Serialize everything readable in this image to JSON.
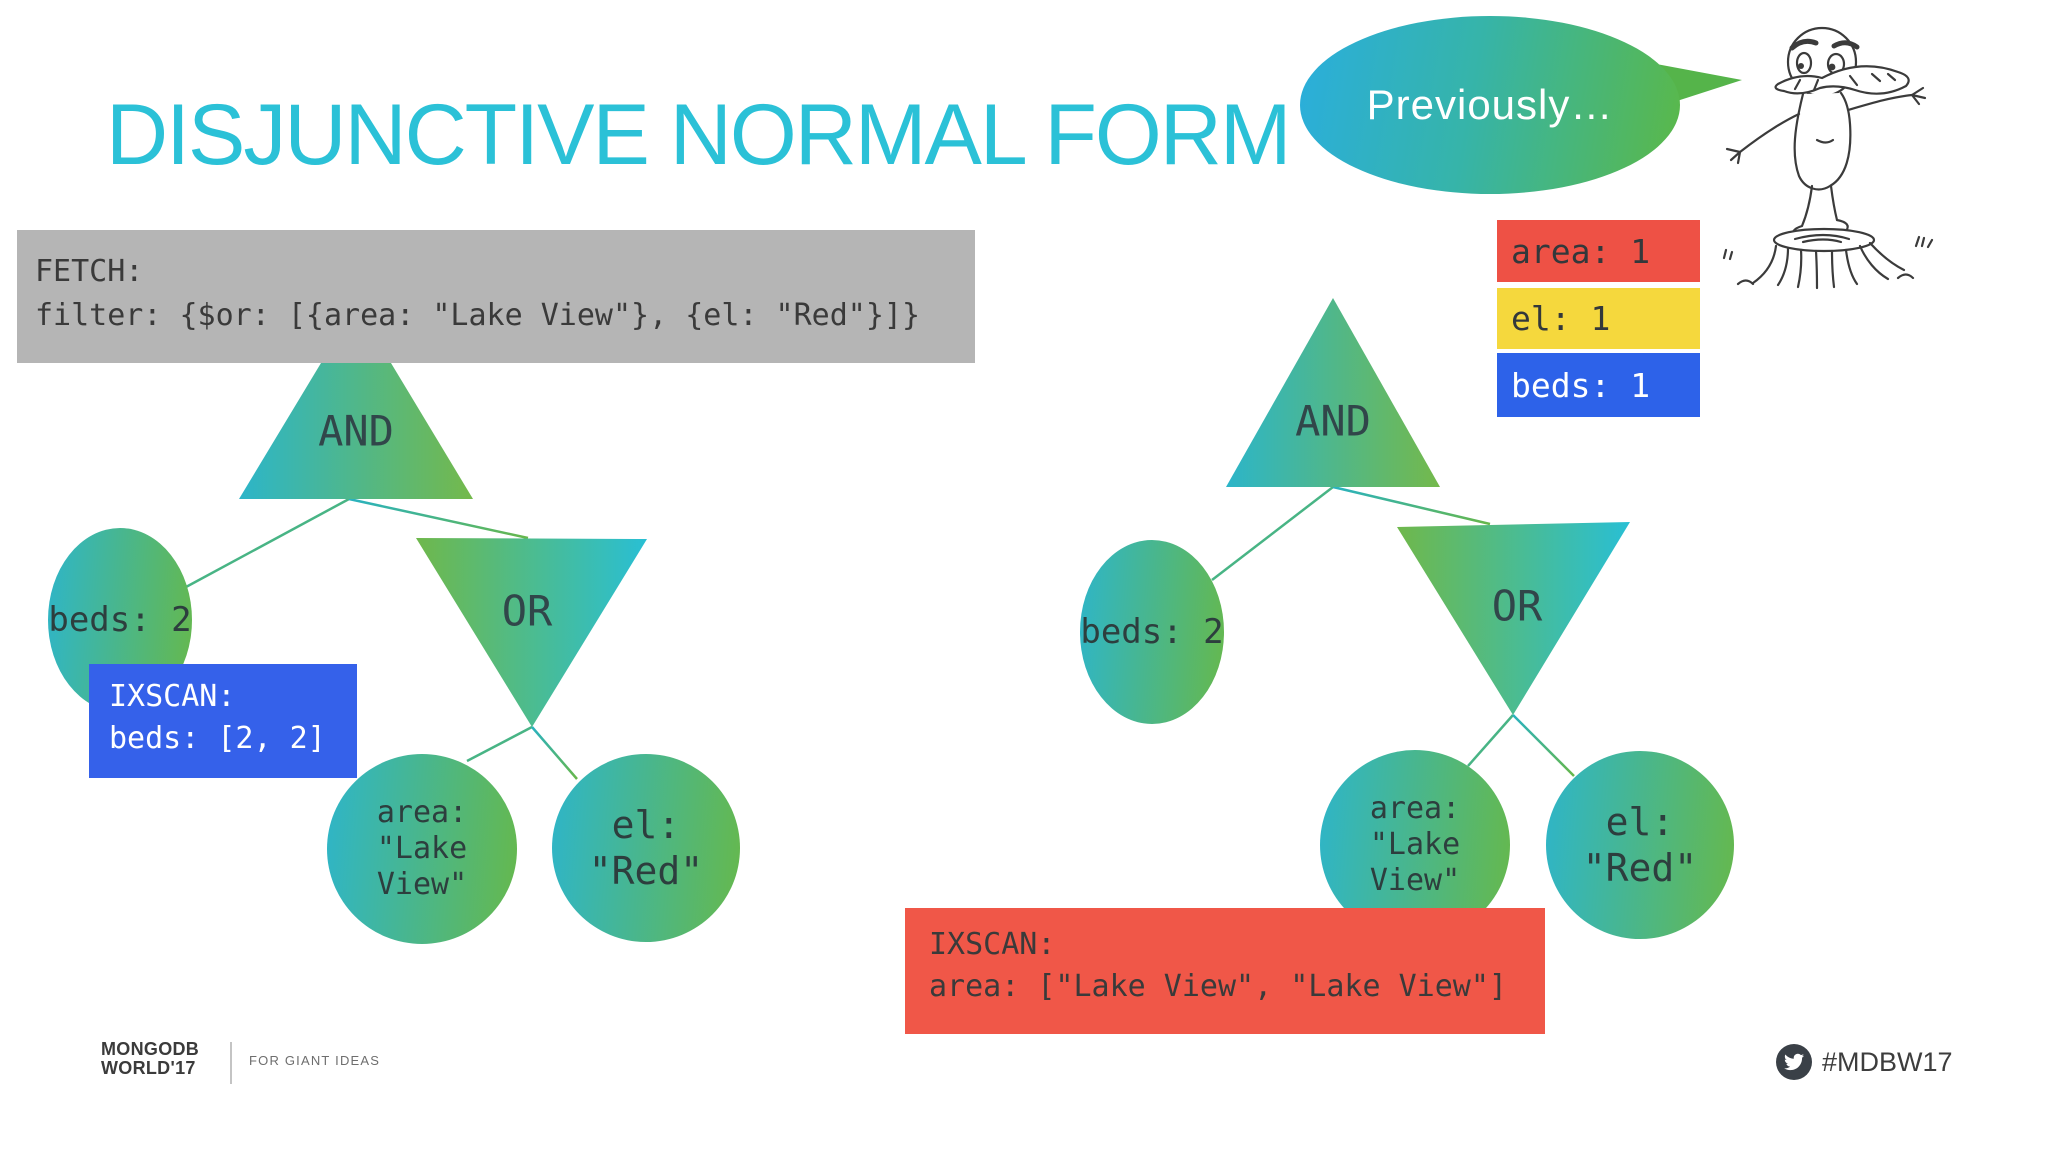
{
  "slide": {
    "title": "DISJUNCTIVE NORMAL FORM",
    "bubble": {
      "text": "Previously…"
    },
    "legend": {
      "area": "area: 1",
      "el": "el: 1",
      "beds": "beds: 1"
    },
    "fetch_box": {
      "line1": "FETCH:",
      "line2": "filter: {$or: [{area: \"Lake View\"}, {el: \"Red\"}]}"
    },
    "left_tree": {
      "and_label": "AND",
      "or_label": "OR",
      "beds_label": "beds: 2",
      "ixscan_line1": "IXSCAN:",
      "ixscan_line2": "beds: [2, 2]",
      "area_line1": "area:",
      "area_line2": "\"Lake",
      "area_line3": "View\"",
      "el_line1": "el:",
      "el_line2": "\"Red\""
    },
    "right_tree": {
      "and_label": "AND",
      "or_label": "OR",
      "beds_label": "beds: 2",
      "area_line1": "area:",
      "area_line2": "\"Lake",
      "area_line3": "View\"",
      "el_line1": "el:",
      "el_line2": "\"Red\"",
      "ixscan_line1": "IXSCAN:",
      "ixscan_line2": "area: [\"Lake View\", \"Lake View\"]"
    },
    "footer": {
      "logo_line1": "MONGODB",
      "logo_line2": "WORLD'17",
      "tagline": "FOR GIANT IDEAS",
      "hashtag": "#MDBW17",
      "twitter_icon": "twitter-bird-icon"
    },
    "colors": {
      "title": "#2bc1d7",
      "shape_teal": "#2cb5c9",
      "shape_green": "#74b94b",
      "bubble_blue": "#2aaedd",
      "bubble_green": "#5bb847",
      "legend_red": "#ee5145",
      "legend_yellow": "#f5d83d",
      "legend_blue": "#2d62e9",
      "ixscan_blue": "#3561ea",
      "ixscan_red": "#f05748",
      "fetch_gray": "#b5b5b5"
    }
  }
}
